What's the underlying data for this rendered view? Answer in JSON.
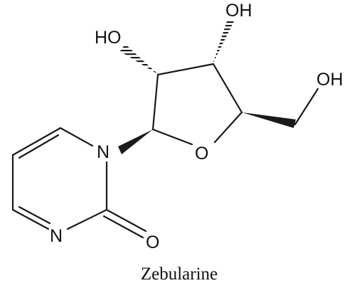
{
  "molecule": {
    "name": "Zebularine",
    "labels": {
      "oh_top": "OH",
      "ho_left": "HO",
      "oh_right": "OH",
      "ring_o": "O",
      "n1": "N",
      "n3": "N",
      "carbonyl_o": "O"
    }
  }
}
